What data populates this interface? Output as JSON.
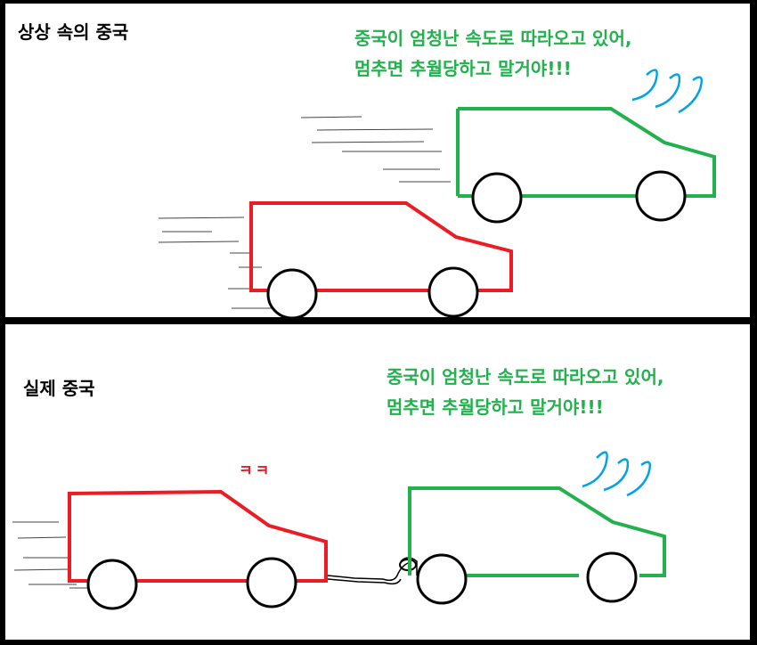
{
  "panels": {
    "top": {
      "title": "상상 속의 중국",
      "speech_line1": "중국이 엄청난 속도로 따라오고 있어,",
      "speech_line2": "멈추면 추월당하고 말거야!!!"
    },
    "bottom": {
      "title": "실제 중국",
      "speech_line1": "중국이 엄청난 속도로 따라오고 있어,",
      "speech_line2": "멈추면 추월당하고 말거야!!!",
      "laugh": "ㅋㅋ"
    }
  },
  "colors": {
    "red_car": "#ed1c24",
    "green_car": "#22b14c",
    "sweat": "#00a2e8",
    "divider": "#000000"
  }
}
